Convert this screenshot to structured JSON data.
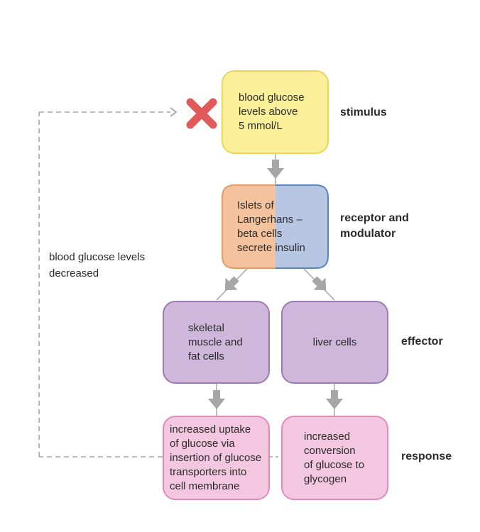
{
  "boxes": {
    "stimulus": "blood glucose\nlevels above\n5 mmol/L",
    "receptor": "Islets of\nLangerhans –\nbeta cells\nsecrete insulin",
    "effector_left": "skeletal\nmuscle and\nfat cells",
    "effector_right": "liver cells",
    "response_left": "increased uptake\nof glucose via\ninsertion of glucose\ntransporters into\ncell membrane",
    "response_right": "increased\nconversion\nof glucose to\nglycogen"
  },
  "stages": {
    "stimulus": "stimulus",
    "receptor": "receptor and\nmodulator",
    "effector": "effector",
    "response": "response"
  },
  "feedback": {
    "label": "blood glucose levels\ndecreased",
    "marker_icon": "cross-icon"
  },
  "colors": {
    "stimulus_fill": "#fbef9a",
    "receptor_left_fill": "#f4c39e",
    "receptor_right_fill": "#b7c6e3",
    "effector_fill": "#cfb7db",
    "response_fill": "#f2c7df",
    "arrow": "#a6a6a6",
    "cross": "#e05a5a"
  }
}
